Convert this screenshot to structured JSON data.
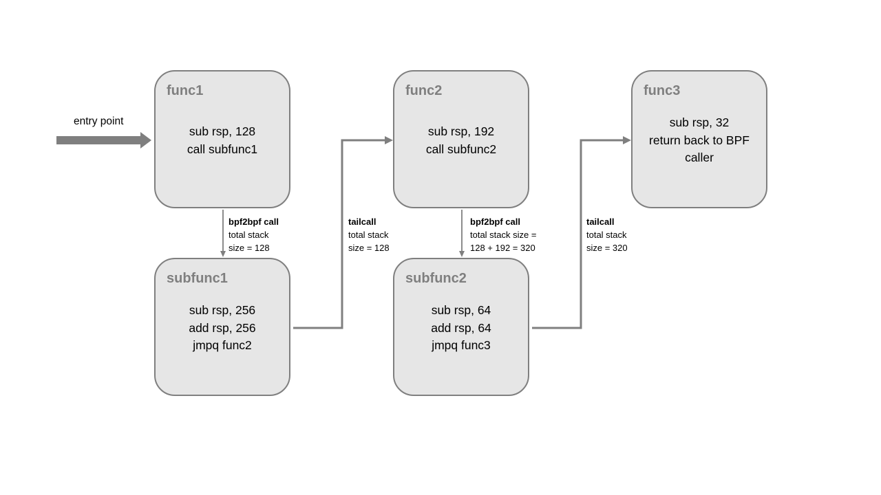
{
  "entry_label": "entry point",
  "nodes": {
    "func1": {
      "title": "func1",
      "lines": [
        "sub rsp, 128",
        "call subfunc1"
      ]
    },
    "subfunc1": {
      "title": "subfunc1",
      "lines": [
        "sub rsp, 256",
        "add rsp, 256",
        "jmpq func2"
      ]
    },
    "func2": {
      "title": "func2",
      "lines": [
        "sub rsp, 192",
        "call subfunc2"
      ]
    },
    "subfunc2": {
      "title": "subfunc2",
      "lines": [
        "sub rsp, 64",
        "add rsp, 64",
        "jmpq func3"
      ]
    },
    "func3": {
      "title": "func3",
      "lines": [
        "sub rsp, 32",
        "return back to BPF",
        "caller"
      ]
    }
  },
  "edges": {
    "func1_to_subfunc1": {
      "kind": "bpf2bpf call",
      "lines": [
        "total stack",
        "size = 128"
      ]
    },
    "subfunc1_to_func2": {
      "kind": "tailcall",
      "lines": [
        "total stack",
        "size = 128"
      ]
    },
    "func2_to_subfunc2": {
      "kind": "bpf2bpf call",
      "lines": [
        "total stack size =",
        "128 + 192 = 320"
      ]
    },
    "subfunc2_to_func3": {
      "kind": "tailcall",
      "lines": [
        "total stack",
        "size = 320"
      ]
    }
  },
  "colors": {
    "box_fill": "#e6e6e6",
    "box_border": "#7f7f7f",
    "title_text": "#7f7f7f",
    "connector": "#7f7f7f",
    "body_text": "#000000"
  }
}
